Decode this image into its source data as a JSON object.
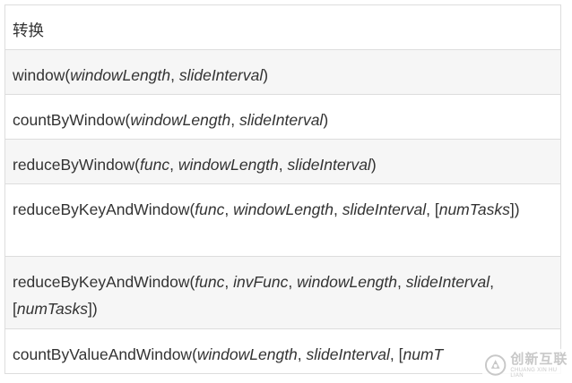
{
  "table": {
    "header": "转换",
    "rows": [
      [
        {
          "t": "window(",
          "i": false
        },
        {
          "t": "windowLength",
          "i": true
        },
        {
          "t": ", ",
          "i": false
        },
        {
          "t": "slideInterval",
          "i": true
        },
        {
          "t": ")",
          "i": false
        }
      ],
      [
        {
          "t": "countByWindow(",
          "i": false
        },
        {
          "t": "windowLength",
          "i": true
        },
        {
          "t": ", ",
          "i": false
        },
        {
          "t": "slideInterval",
          "i": true
        },
        {
          "t": ")",
          "i": false
        }
      ],
      [
        {
          "t": "reduceByWindow(",
          "i": false
        },
        {
          "t": "func",
          "i": true
        },
        {
          "t": ", ",
          "i": false
        },
        {
          "t": "windowLength",
          "i": true
        },
        {
          "t": ", ",
          "i": false
        },
        {
          "t": "slideInterval",
          "i": true
        },
        {
          "t": ")",
          "i": false
        }
      ],
      [
        {
          "t": "reduceByKeyAndWindow(",
          "i": false
        },
        {
          "t": "func",
          "i": true
        },
        {
          "t": ", ",
          "i": false
        },
        {
          "t": "windowLength",
          "i": true
        },
        {
          "t": ", ",
          "i": false
        },
        {
          "t": "slideInterval",
          "i": true
        },
        {
          "t": ", [",
          "i": false
        },
        {
          "t": "numTasks",
          "i": true
        },
        {
          "t": "])",
          "i": false
        }
      ],
      [
        {
          "t": "reduceByKeyAndWindow(",
          "i": false
        },
        {
          "t": "func",
          "i": true
        },
        {
          "t": ", ",
          "i": false
        },
        {
          "t": "invFunc",
          "i": true
        },
        {
          "t": ", ",
          "i": false
        },
        {
          "t": "windowLength",
          "i": true
        },
        {
          "t": ", ",
          "i": false
        },
        {
          "t": "slideInterval",
          "i": true
        },
        {
          "t": ", [",
          "i": false
        },
        {
          "t": "numTasks",
          "i": true
        },
        {
          "t": "])",
          "i": false
        }
      ],
      [
        {
          "t": "countByValueAndWindow(",
          "i": false
        },
        {
          "t": "windowLength",
          "i": true
        },
        {
          "t": ", ",
          "i": false
        },
        {
          "t": "slideInterval",
          "i": true
        },
        {
          "t": ", [",
          "i": false
        },
        {
          "t": "numT",
          "i": true
        }
      ]
    ]
  },
  "watermark": {
    "title": "创新互联",
    "subtitle": "CHUANG XIN HU LIAN",
    "logo_icon": "chuangxin-logo-icon",
    "color": "#c8c8c8"
  },
  "colors": {
    "border": "#dddddd",
    "stripe": "#f6f6f6",
    "text": "#333333"
  }
}
